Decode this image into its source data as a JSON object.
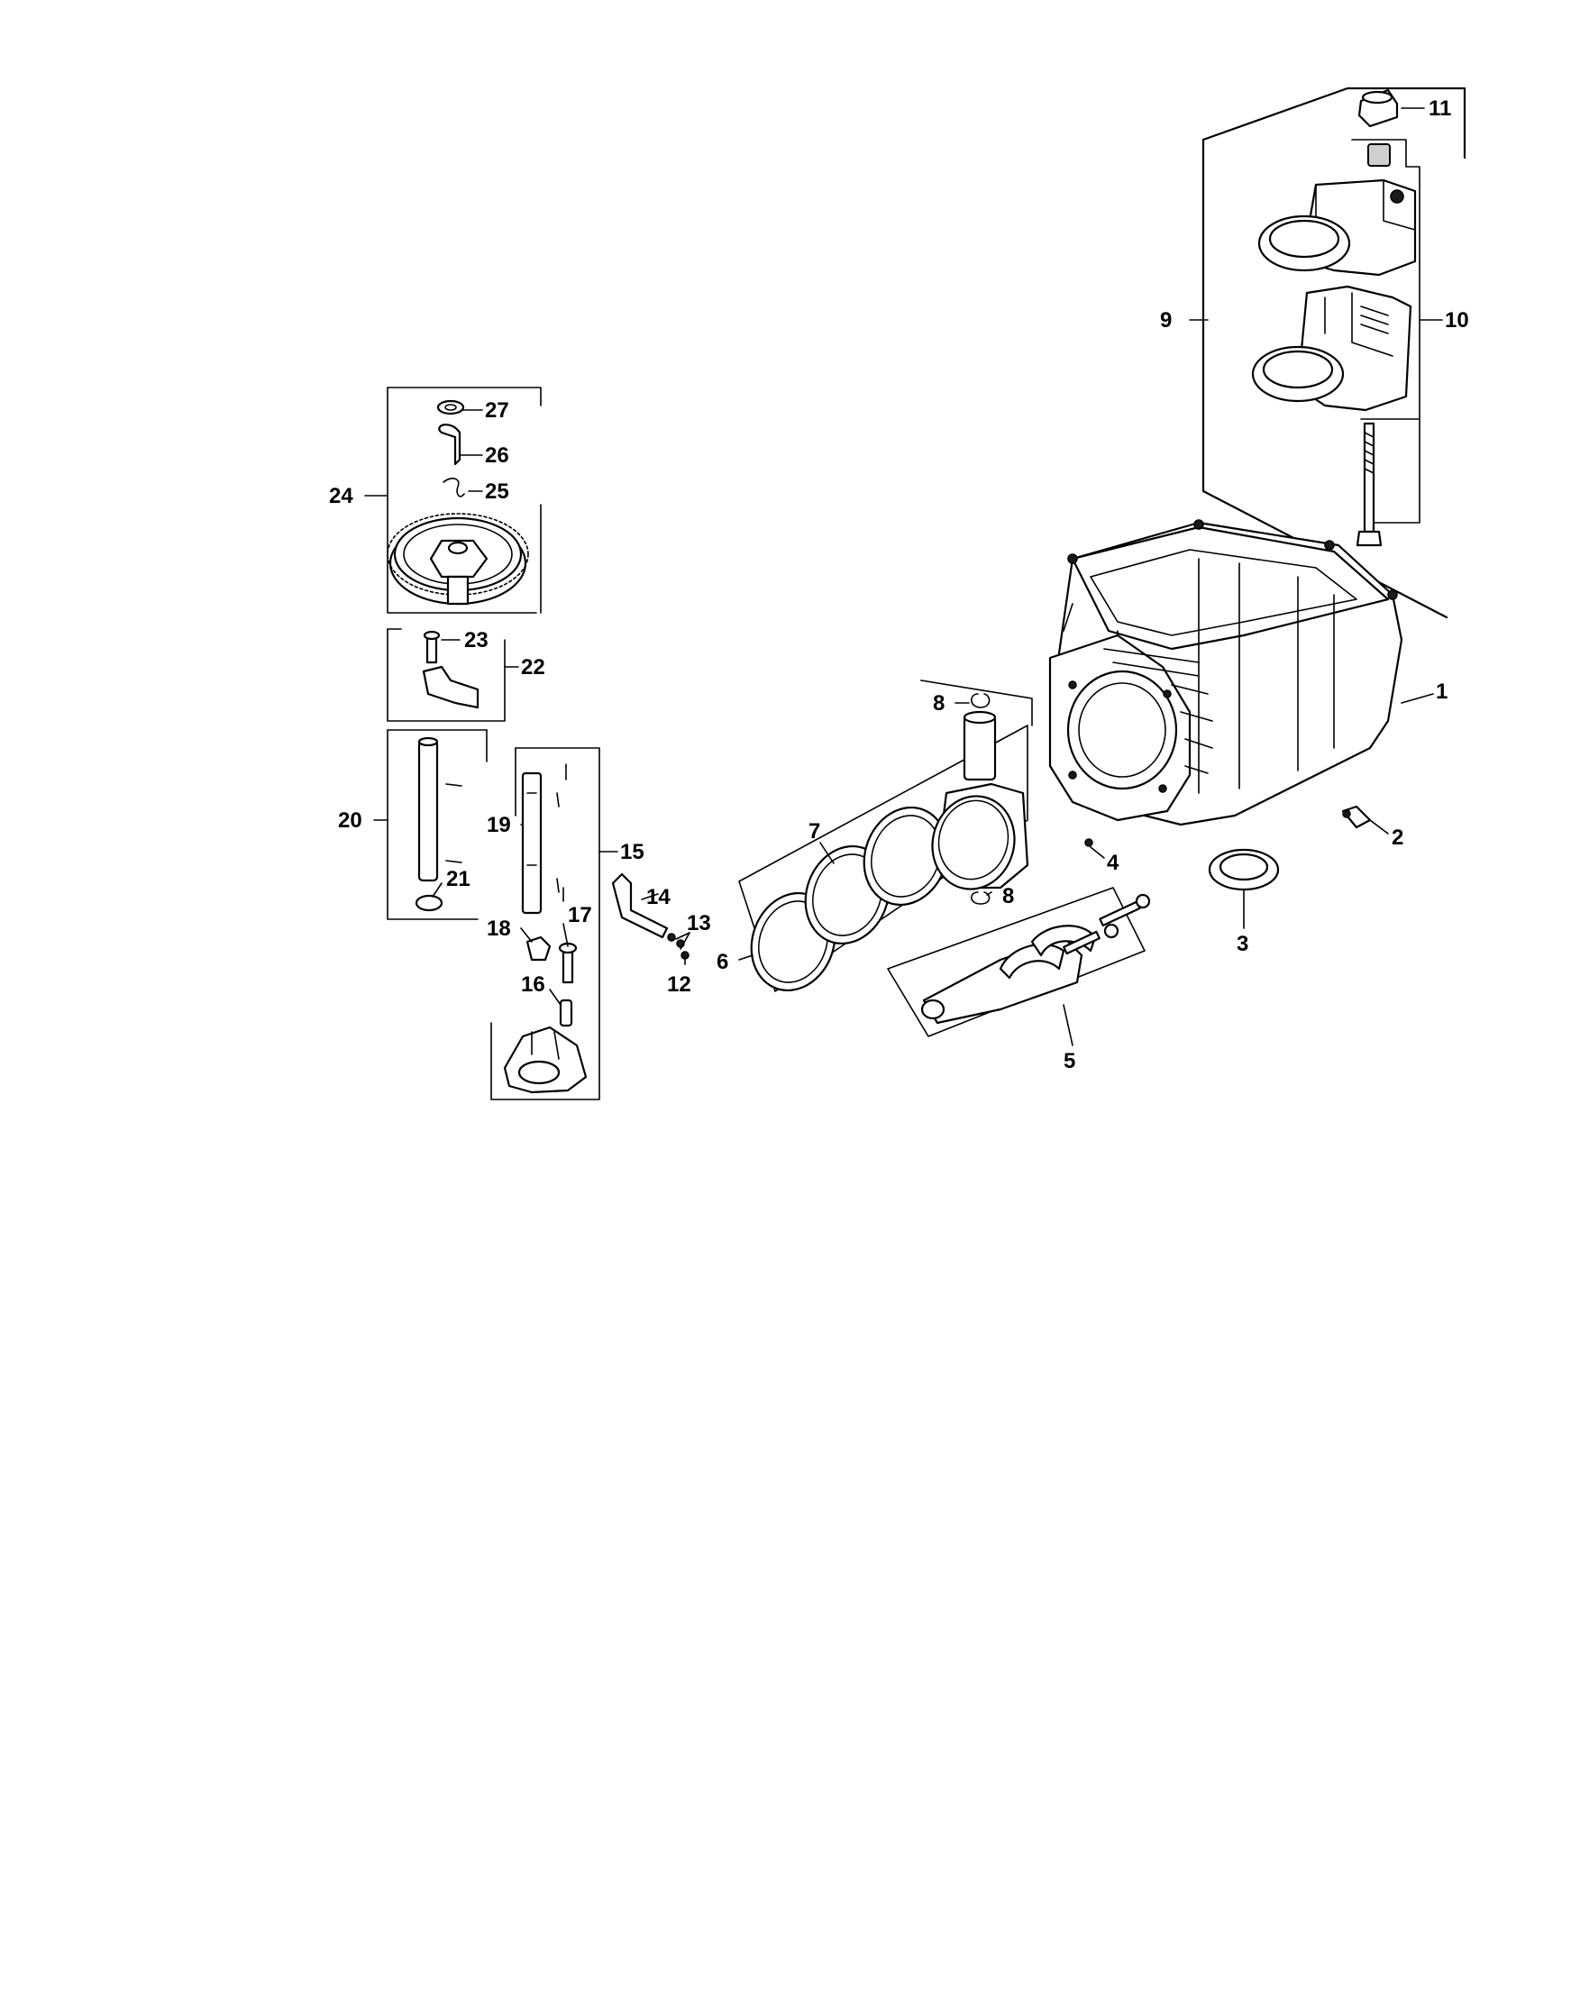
{
  "diagram": {
    "callouts": {
      "c1": "1",
      "c2": "2",
      "c3": "3",
      "c4": "4",
      "c5": "5",
      "c6": "6",
      "c7": "7",
      "c8a": "8",
      "c8b": "8",
      "c9": "9",
      "c10": "10",
      "c11": "11",
      "c12": "12",
      "c13": "13",
      "c14": "14",
      "c15": "15",
      "c16": "16",
      "c17": "17",
      "c18": "18",
      "c19": "19",
      "c20": "20",
      "c21": "21",
      "c22": "22",
      "c23": "23",
      "c24": "24",
      "c25": "25",
      "c26": "26",
      "c27": "27"
    }
  }
}
